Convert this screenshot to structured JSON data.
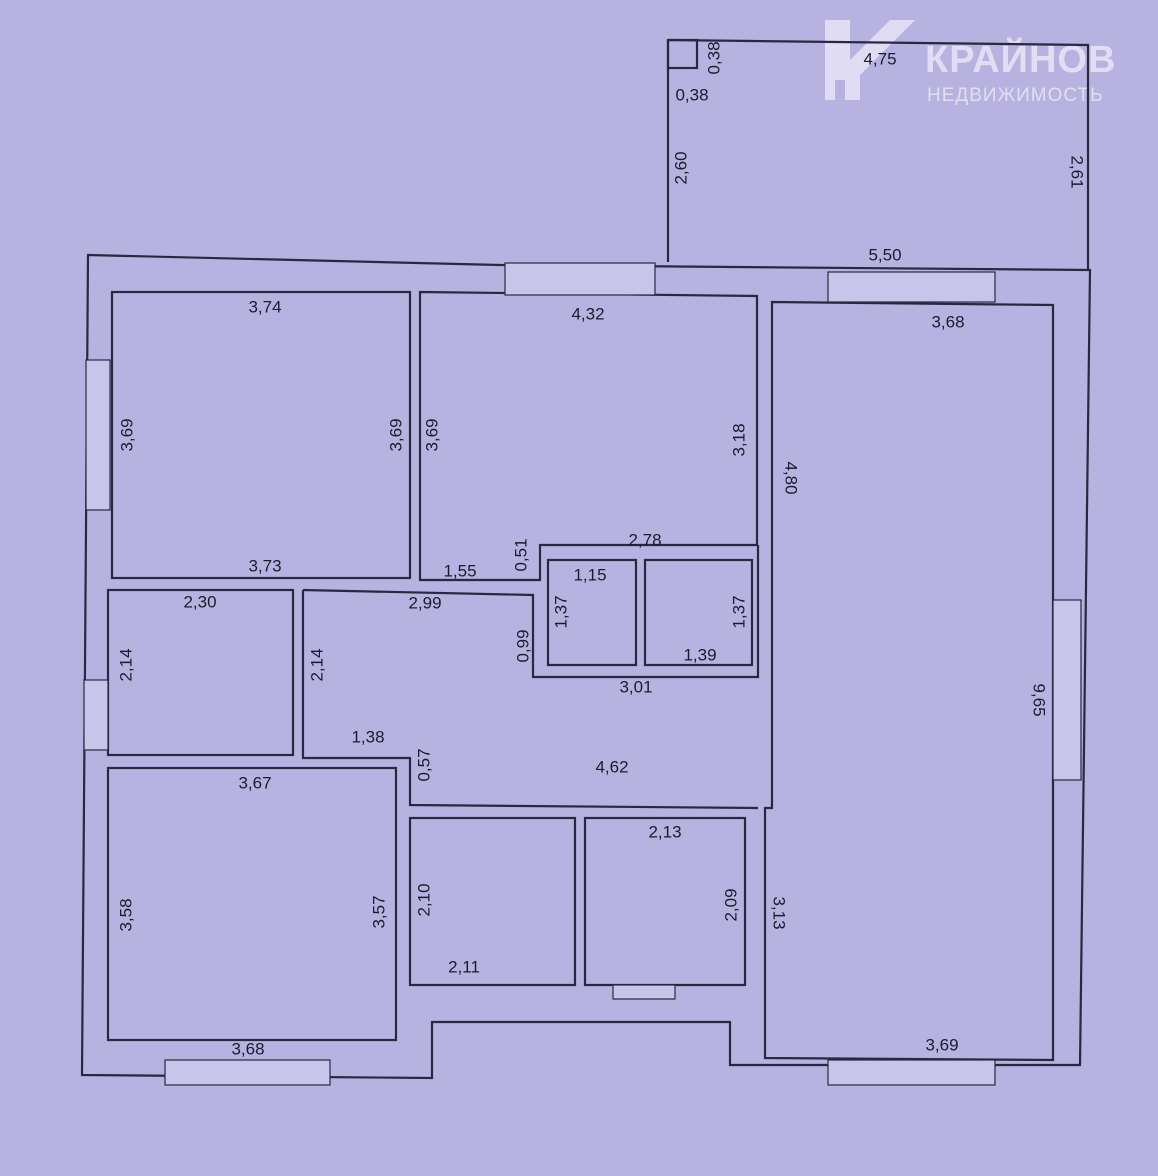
{
  "logo": {
    "name": "КРАЙНОВ",
    "subtitle": "НЕДВИЖИМОСТЬ"
  },
  "dimensions": [
    "0,38",
    "0,38",
    "4,75",
    "2,60",
    "2,61",
    "5,50",
    "3,74",
    "3,69",
    "3,69",
    "3,73",
    "4,32",
    "3,69",
    "3,18",
    "1,55",
    "0,51",
    "2,99",
    "2,78",
    "1,15",
    "1,37",
    "1,37",
    "1,39",
    "3,01",
    "0,99",
    "3,68",
    "4,80",
    "9,65",
    "3,13",
    "3,69",
    "2,30",
    "2,14",
    "2,14",
    "1,38",
    "0,57",
    "4,62",
    "3,67",
    "3,58",
    "3,57",
    "3,68",
    "2,10",
    "2,11",
    "2,13",
    "2,09"
  ]
}
